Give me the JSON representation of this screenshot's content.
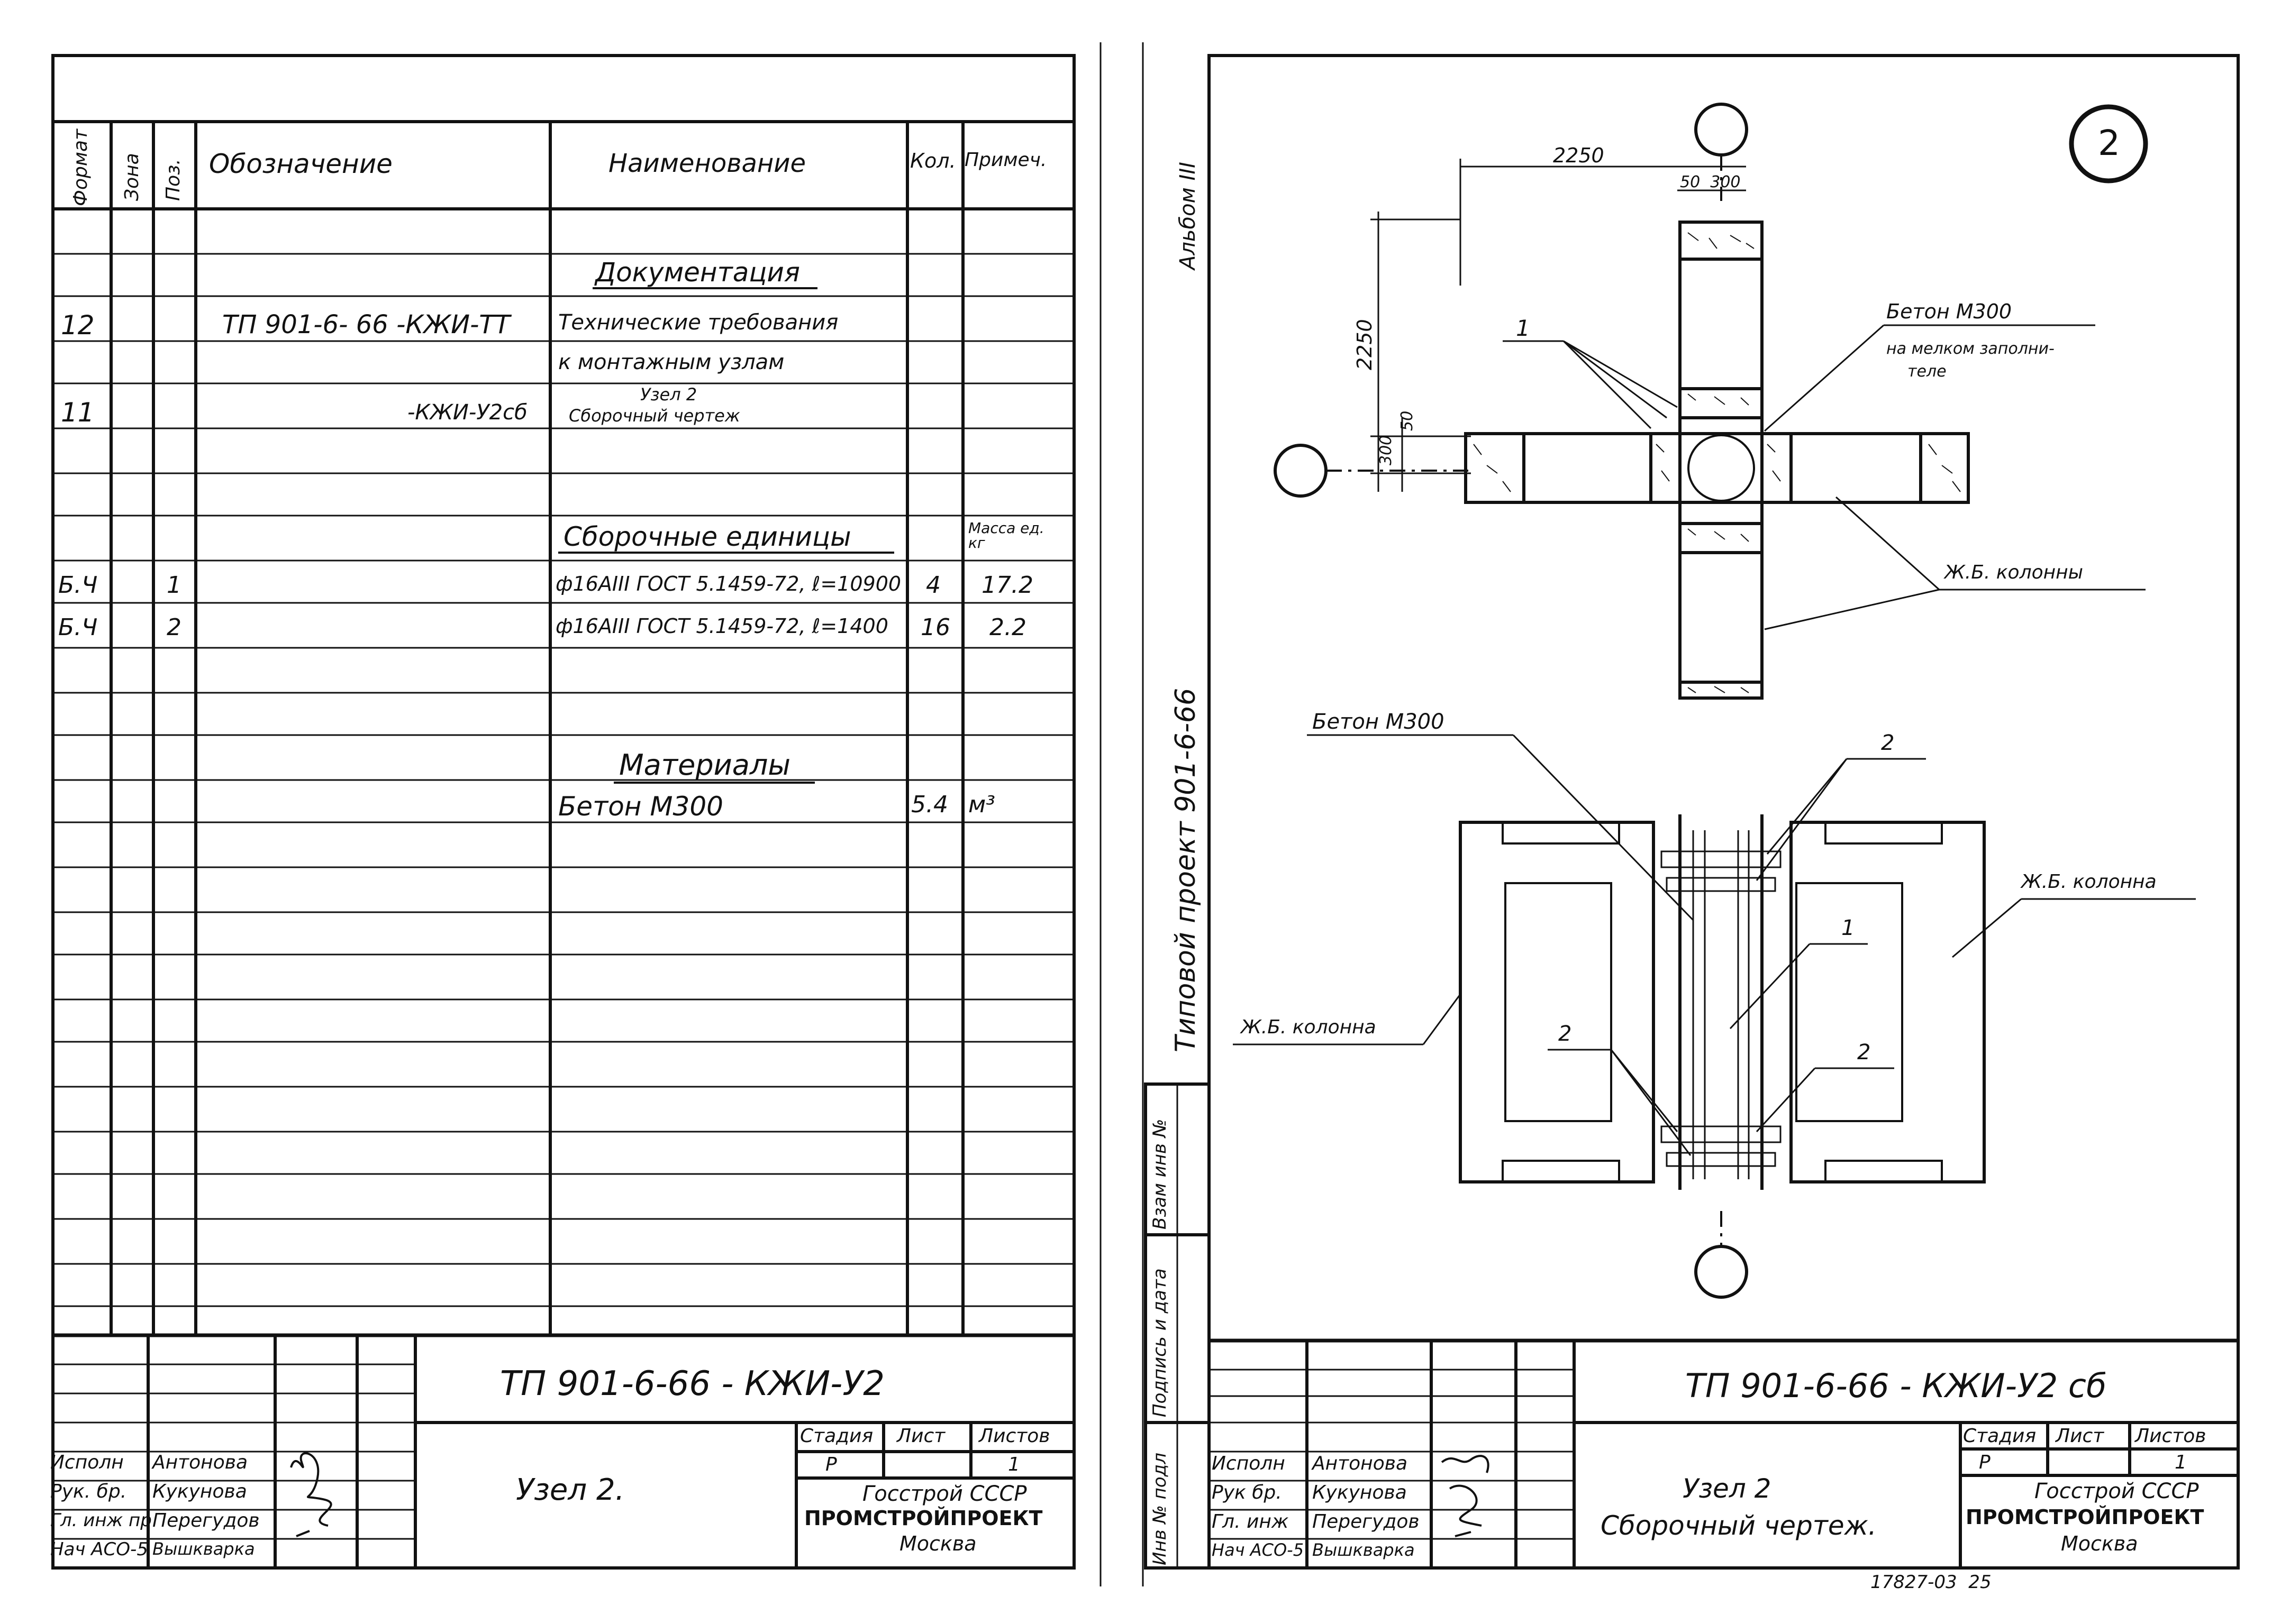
{
  "spec": {
    "headers": {
      "format": "Формат",
      "zone": "Зона",
      "pos": "Поз.",
      "designation": "Обозначение",
      "name": "Наименование",
      "qty": "Кол.",
      "note": "Примеч."
    },
    "section_docs": "Документация",
    "section_assemblies": "Сборочные единицы",
    "section_materials": "Материалы",
    "rows": [
      {
        "format": "12",
        "zone": "",
        "pos": "",
        "designation": "ТП 901-6- 66 -КЖИ-ТТ",
        "name": "Технические требования",
        "qty": "",
        "note": ""
      },
      {
        "format": "",
        "zone": "",
        "pos": "",
        "designation": "",
        "name": "к монтажным узлам",
        "qty": "",
        "note": ""
      },
      {
        "format": "11",
        "zone": "",
        "pos": "",
        "designation": "-КЖИ-У2сб",
        "name_top": "Узел 2",
        "name": "Сборочный чертеж",
        "qty": "",
        "note": ""
      },
      {
        "format": "",
        "zone": "",
        "pos": "",
        "designation": "",
        "name": "",
        "qty": "",
        "note": "Масса ед. кг"
      },
      {
        "format": "Б.Ч",
        "zone": "",
        "pos": "1",
        "designation": "",
        "name": "ф16АIII ГОСТ 5.1459-72, ℓ=10900",
        "qty": "4",
        "note": "17.2"
      },
      {
        "format": "Б.Ч",
        "zone": "",
        "pos": "2",
        "designation": "",
        "name": "ф16АIII ГОСТ 5.1459-72, ℓ=1400",
        "qty": "16",
        "note": "2.2"
      },
      {
        "format": "",
        "zone": "",
        "pos": "",
        "designation": "",
        "name": "Бетон М300",
        "qty": "5.4",
        "note": "м³"
      }
    ]
  },
  "left_title": {
    "code": "ТП 901-6-66 - КЖИ-У2",
    "name": "Узел 2.",
    "roles": [
      "Исполн",
      "Рук. бр.",
      "Гл. инж пр",
      "Нач АСО-5"
    ],
    "people": [
      "Антонова",
      "Кукунова",
      "Перегудов",
      "Вышкварка"
    ],
    "stage_label": "Стадия",
    "sheet_label": "Лист",
    "sheets_label": "Листов",
    "stage": "Р",
    "sheet": "",
    "sheets": "1",
    "org1": "Госстрой СССР",
    "org2": "ПРОМСТРОЙПРОЕКТ",
    "org3": "Москва"
  },
  "right_title": {
    "code": "ТП 901-6-66 - КЖИ-У2 сб",
    "name1": "Узел 2",
    "name2": "Сборочный чертеж.",
    "roles": [
      "Исполн",
      "Рук бр.",
      "Гл. инж",
      "Нач АСО-5"
    ],
    "people": [
      "Антонова",
      "Кукунова",
      "Перегудов",
      "Вышкварка"
    ],
    "stage_label": "Стадия",
    "sheet_label": "Лист",
    "sheets_label": "Листов",
    "stage": "Р",
    "sheet": "",
    "sheets": "1",
    "org1": "Госстрой СССР",
    "org2": "ПРОМСТРОЙПРОЕКТ",
    "org3": "Москва"
  },
  "side": {
    "album": "Альбом III",
    "project": "Типовой  проект  901-6-66",
    "stamp1": "Инв № подл",
    "stamp2": "Подпись и дата",
    "stamp3": "Взам инв №"
  },
  "drawing": {
    "circle_label": "2",
    "dim_2250_h": "2250",
    "dim_2250_v": "2250",
    "dim_50_300_top": "50  300",
    "dim_300_left": "300",
    "dim_50_left": "50",
    "callout_1": "1",
    "concrete1_a": "Бетон М300",
    "concrete1_b": "на мелком заполни-",
    "concrete1_c": "теле",
    "columns": "Ж.Б. колонны",
    "concrete2": "Бетон М300",
    "label_2a": "2",
    "label_1": "1",
    "label_2b": "2",
    "label_2c": "2",
    "col_right": "Ж.Б. колонна",
    "col_left": "Ж.Б. колонна"
  },
  "footer_num": "17827-03  25"
}
